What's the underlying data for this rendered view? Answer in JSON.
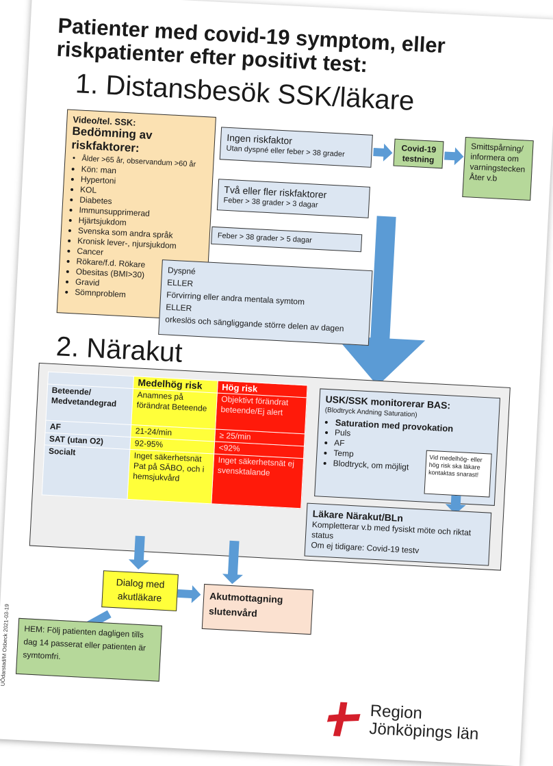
{
  "title": "Patienter med covid-19 symptom, eller riskpatienter efter positivt test:",
  "section1": {
    "heading": "1. Distansbesök SSK/läkare",
    "assessment": {
      "line1": "Video/tel. SSK:",
      "line2": "Bedömning av riskfaktorer:",
      "items": [
        "Ålder >65 år, observandum >60 år",
        "Kön: man",
        "Hypertoni",
        "KOL",
        "Diabetes",
        "Immunsupprimerad",
        "Hjärtsjukdom",
        "Svenska som andra språk",
        "Kronisk lever-, njursjukdom",
        "Cancer",
        "Rökare/f.d. Rökare",
        "Obesitas (BMI>30)",
        "Gravid",
        "Sömnproblem"
      ]
    },
    "no_risk": {
      "title": "Ingen riskfaktor",
      "sub": "Utan dyspné eller feber > 38 grader"
    },
    "covid_test": "Covid-19 testning",
    "tracing": "Smittspårning/ informera om varningstecken Åter v.b",
    "two_risk": {
      "title": "Två eller fler riskfaktorer",
      "sub": "Feber > 38 grader > 3 dagar"
    },
    "fever5": "Feber > 38 grader > 5 dagar",
    "dyspne": [
      "Dyspné",
      "ELLER",
      "Förvirring eller andra mentala symtom",
      "ELLER",
      "orkeslös och sängliggande större delen av dagen"
    ]
  },
  "section2": {
    "heading": "2. Närakut",
    "table": {
      "headers": [
        "",
        "Medelhög risk",
        "Hög risk"
      ],
      "rows": [
        {
          "label": "Beteende/ Medvetandegrad",
          "medium": "Anamnes på förändrat Beteende",
          "high": "Objektivt förändrat beteende/Ej alert"
        },
        {
          "label": "AF",
          "medium": "21-24/min",
          "high": "≥ 25/min"
        },
        {
          "label": "SAT (utan O2)",
          "medium": "92-95%",
          "high": "<92%"
        },
        {
          "label": "Socialt",
          "medium": "Inget säkerhetsnät Pat på SÄBO, och i hemsjukvård",
          "high": "Inget säkerhetsnät ej svensktalande"
        }
      ]
    },
    "monitor": {
      "title": "USK/SSK monitorerar BAS:",
      "sub": "(Blodtryck Andning Saturation)",
      "items": [
        "Saturation med provokation",
        "Puls",
        "AF",
        "Temp",
        "Blodtryck, om möjligt"
      ],
      "note": "Vid medelhög- eller hög risk ska läkare kontaktas snarast!"
    },
    "doctor": {
      "title": "Läkare Närakut/BLn",
      "lines": [
        "Kompletterar v.b med fysiskt möte och riktat status",
        "Om ej tidigare: Covid-19 testv"
      ]
    },
    "dialog": "Dialog med akutläkare",
    "emergency": "Akutmottagning slutenvård",
    "home": "HEM: Följ patienten dagligen tills dag 14 passerat eller patienten är symtomfri."
  },
  "footer": {
    "side_note": "UÖdarstad/M Osbeck 2021-03-19",
    "logo_line1": "Region",
    "logo_line2": "Jönköpings län"
  },
  "colors": {
    "arrow": "#5b9bd5",
    "logo_red": "#d41f2b"
  }
}
